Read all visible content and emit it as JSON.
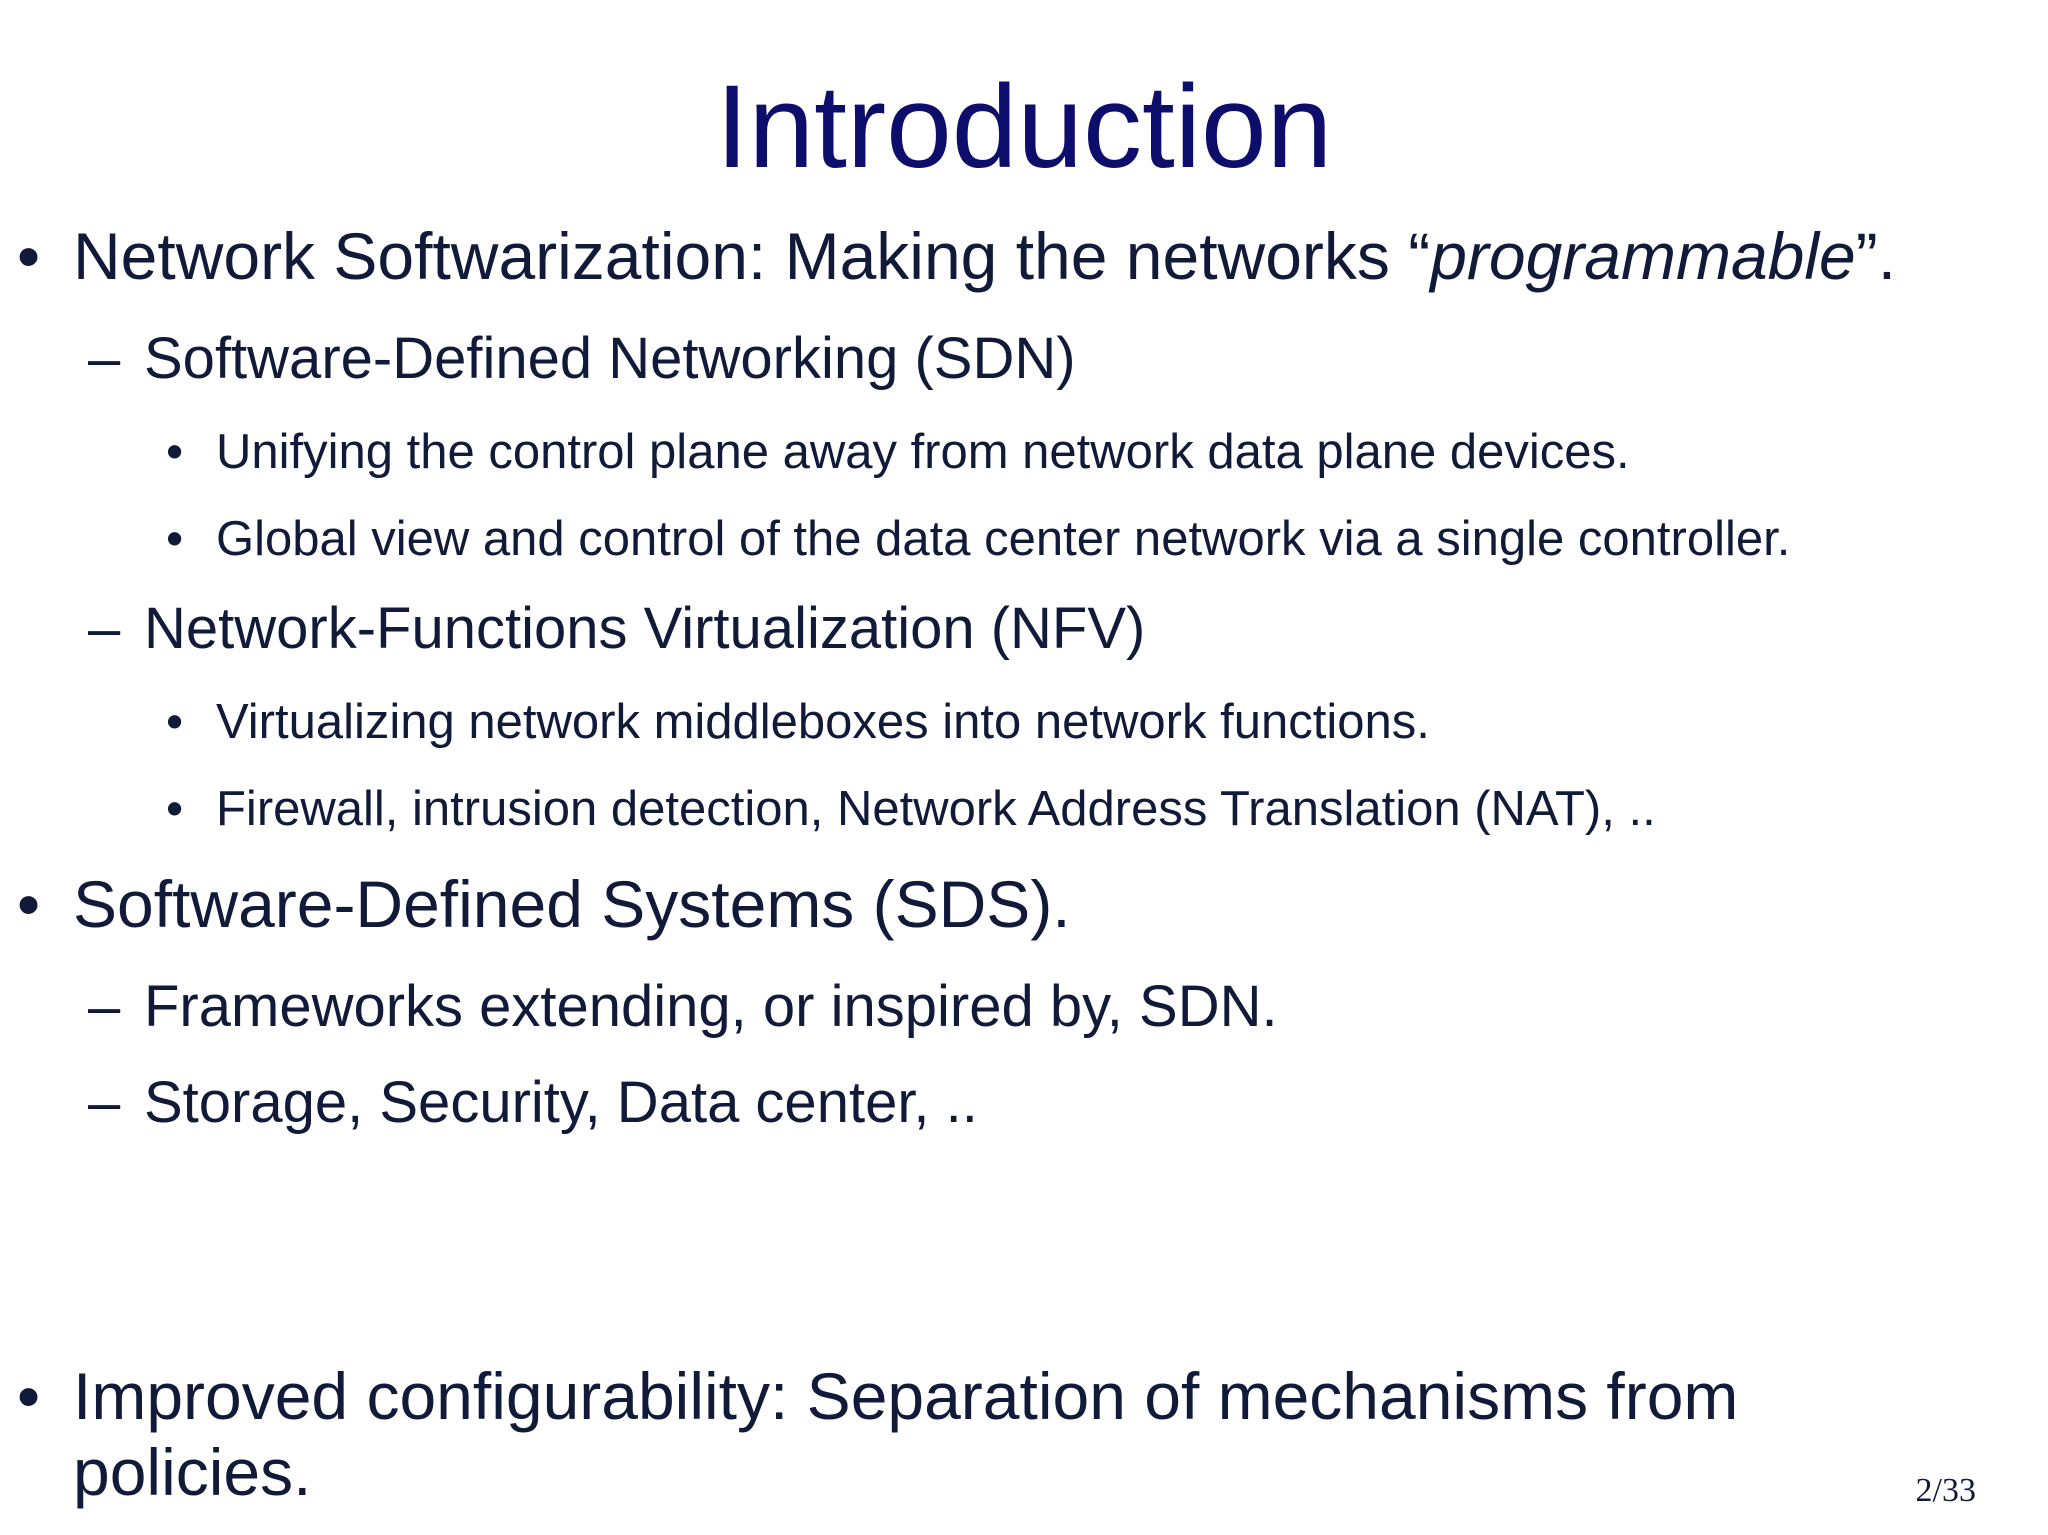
{
  "slide": {
    "title": "Introduction",
    "markers": {
      "bullet": "•",
      "dash": "–"
    },
    "items": [
      {
        "prefix": "Network Softwarization: Making the networks “",
        "emphasis": "programmable",
        "suffix": "”."
      },
      {
        "text": "Software-Defined Networking (SDN)"
      },
      {
        "text": "Unifying the control plane away from network data plane devices."
      },
      {
        "text": "Global view and control of the data center network via a single controller."
      },
      {
        "text": "Network-Functions Virtualization (NFV)"
      },
      {
        "text": "Virtualizing network middleboxes into network functions."
      },
      {
        "text": "Firewall, intrusion detection, Network Address Translation (NAT), .."
      },
      {
        "text": "Software-Defined Systems (SDS)."
      },
      {
        "text": "Frameworks extending, or inspired by, SDN."
      },
      {
        "text": "Storage, Security, Data center, .."
      },
      {
        "line1": "Improved configurability: Separation of mechanisms from",
        "line2": "policies."
      }
    ],
    "page_number": "2/33"
  }
}
